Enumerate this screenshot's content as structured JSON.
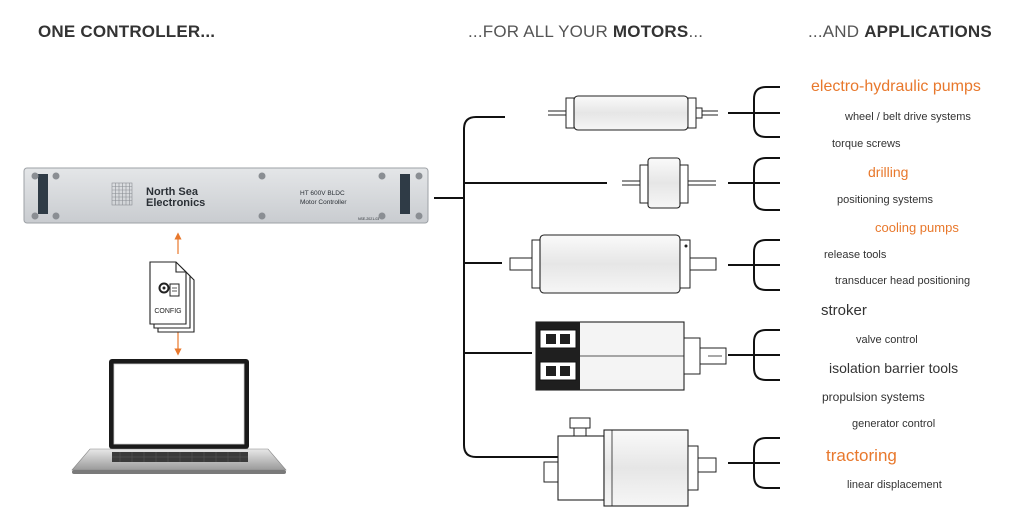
{
  "headers": {
    "controller": "ONE CONTROLLER...",
    "motors_prefix": "...FOR ALL YOUR ",
    "motors_bold": "MOTORS",
    "motors_suffix": "...",
    "apps_prefix": "...AND ",
    "apps_bold": "APPLICATIONS"
  },
  "controller": {
    "brand_line1": "North Sea",
    "brand_line2": "Electronics",
    "model_line1": "HT 600V BLDC",
    "model_line2": "Motor Controller",
    "serial": "NSE-2021-03"
  },
  "config_file": {
    "label": "CONFIG"
  },
  "applications": [
    {
      "label": "electro-hydraulic pumps",
      "highlight": true
    },
    {
      "label": "wheel / belt drive systems",
      "highlight": false
    },
    {
      "label": "torque screws",
      "highlight": false
    },
    {
      "label": "drilling",
      "highlight": true
    },
    {
      "label": "positioning systems",
      "highlight": false
    },
    {
      "label": "cooling pumps",
      "highlight": true
    },
    {
      "label": "release tools",
      "highlight": false
    },
    {
      "label": "transducer head positioning",
      "highlight": false
    },
    {
      "label": "stroker",
      "highlight": false
    },
    {
      "label": "valve control",
      "highlight": false
    },
    {
      "label": "isolation barrier tools",
      "highlight": false
    },
    {
      "label": "propulsion systems",
      "highlight": false
    },
    {
      "label": "generator control",
      "highlight": false
    },
    {
      "label": "tractoring",
      "highlight": true
    },
    {
      "label": "linear displacement",
      "highlight": false
    }
  ],
  "colors": {
    "accent": "#e8782c",
    "line": "#111111",
    "text": "#333333"
  }
}
